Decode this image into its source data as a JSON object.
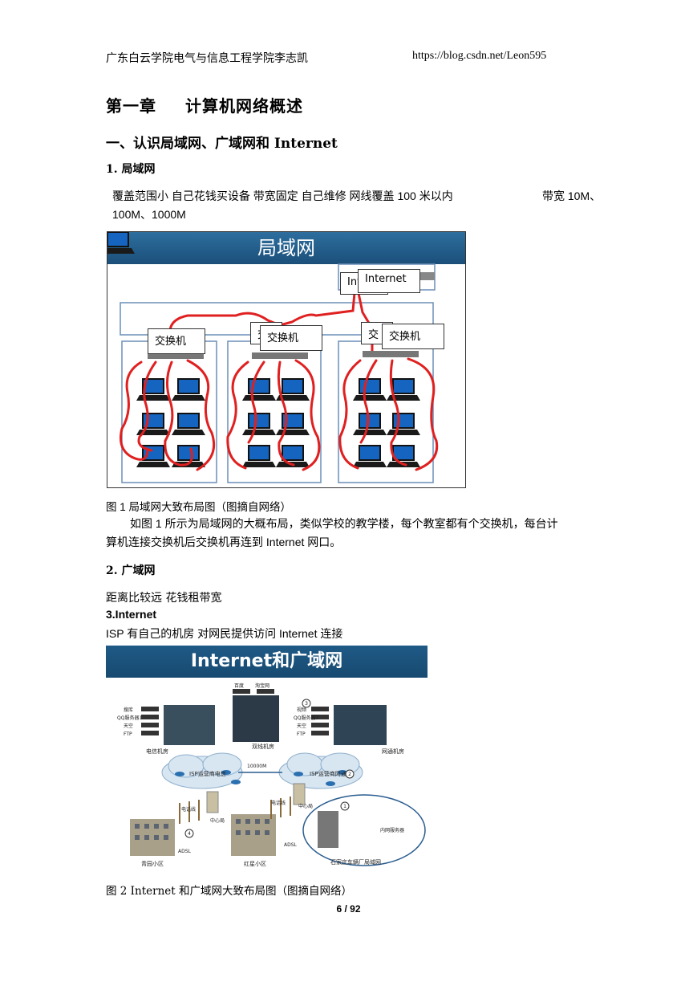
{
  "header": {
    "left": "广东白云学院电气与信息工程学院李志凯",
    "right": "https://blog.csdn.net/Leon595"
  },
  "chapter": {
    "number": "第一章",
    "title": "计算机网络概述"
  },
  "section1": {
    "title": "一、认识局域网、广域网和 Internet"
  },
  "lan": {
    "heading": "1. 局域网",
    "desc_line1": "覆盖范围小  自己花钱买设备  带宽固定  自己维修    网线覆盖 100 米以内",
    "desc_bandwidth": "带宽 10M、",
    "desc_line2": "100M、1000M"
  },
  "figure1": {
    "banner": "局域网",
    "internet_label": "Internet",
    "internet_label_behind": "Int",
    "switch_label": "交换机",
    "switch_behind_1": "交",
    "switch_behind_2": "交",
    "caption": "图  1  局域网大致布局图（图摘自网络）"
  },
  "figure1_text": {
    "line1": "如图 1 所示为局域网的大概布局，类似学校的教学楼，每个教室都有个交换机，每台计",
    "line2": "算机连接交换机后交换机再连到 Internet 网口。"
  },
  "wan": {
    "heading": "2. 广域网",
    "desc": "距离比较远  花钱租带宽"
  },
  "internet": {
    "heading": "3.Internet",
    "desc": "ISP  有自己的机房  对网民提供访问 Internet 连接"
  },
  "figure2": {
    "banner": "Internet和广域网",
    "labels": {
      "telecom_room": "电信机房",
      "dual_room": "双线机房",
      "unicom_room": "网通机房",
      "isp_telecom": "ISP运营商电信",
      "isp_unicom": "ISP运营商网通",
      "bandwidth": "10000M",
      "center_office_1": "中心局",
      "center_office_2": "中心局",
      "phone_line_1": "电话线",
      "phone_line_2": "电话线",
      "adsl_1": "ADSL",
      "adsl_2": "ADSL",
      "qingyuan": "青园小区",
      "hongxing": "红星小区",
      "factory_lan": "石家庄车辆厂局域网",
      "intranet_server": "内网服务器",
      "baidu": "百度",
      "taobao": "淘宝网",
      "search": "搜库",
      "qq_server_1": "QQ服务器1",
      "qq_server_2": "QQ服务器2",
      "tianya_1": "天空",
      "tianya_2": "天空",
      "ftp_1": "FTP",
      "ftp_2": "FTP",
      "video": "视频",
      "n1": "1",
      "n2": "2",
      "n3": "3",
      "n4": "4"
    },
    "caption": "图  2 Internet 和广域网大致布局图（图摘自网络）"
  },
  "footer": {
    "page": "6 / 92"
  }
}
